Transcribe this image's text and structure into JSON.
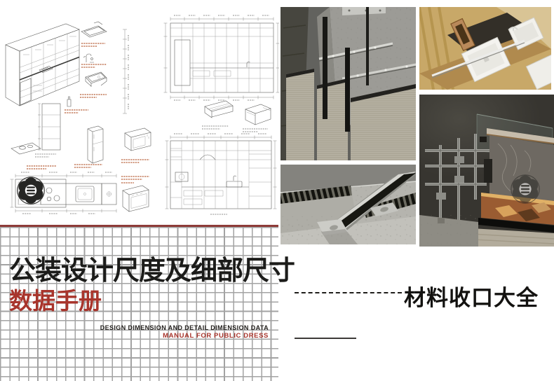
{
  "cover": {
    "left": {
      "title": "公装设计尺度及细部尺寸",
      "subtitle": "数据手册",
      "caption_line1": "DESIGN DIMENSION AND DETAIL DIMENSION DATA",
      "caption_line2": "MANUAL FOR PUBLIC DRESS"
    },
    "right": {
      "title": "材料收口大全"
    }
  },
  "colors": {
    "title_black": "#1c1c1a",
    "accent_red": "#a8352c",
    "grid_line_gray": "#a3a3a3",
    "grid_top_rule_red": "#8e3b38",
    "cad_annotation_red": "#b8603a",
    "cad_line_gray": "#5f5f5d"
  },
  "icons": {
    "flower_logo": "six-petal-flower-stamp-with-three-bars"
  }
}
